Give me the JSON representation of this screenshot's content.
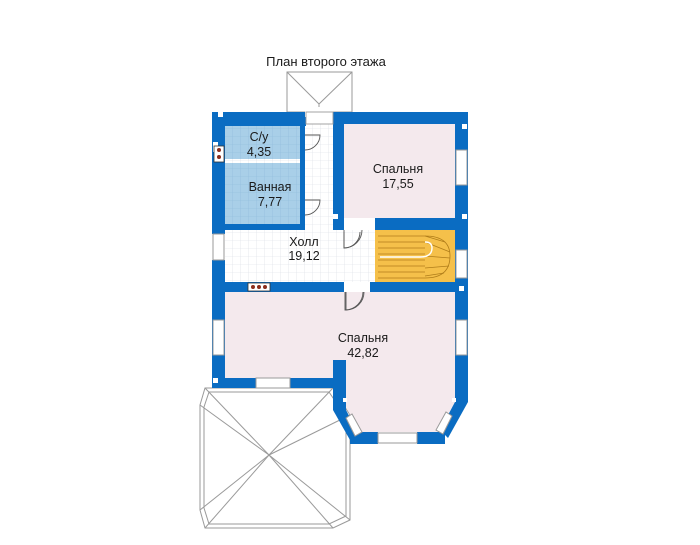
{
  "title": "План второго этажа",
  "rooms": [
    {
      "name": "С/у",
      "area": "4,35"
    },
    {
      "name": "Ванная",
      "area": "7,77"
    },
    {
      "name": "Холл",
      "area": "19,12"
    },
    {
      "name": "Спальня",
      "area": "17,55"
    },
    {
      "name": "Спальня",
      "area": "42,82"
    }
  ],
  "colors": {
    "wall": "#0a6cc2",
    "wet_room": "#a9cfe8",
    "bedroom": "#f4e9ed",
    "hall_tile": "#ffffff",
    "stair": "#f5c04a",
    "outline": "#9a9a9a"
  }
}
